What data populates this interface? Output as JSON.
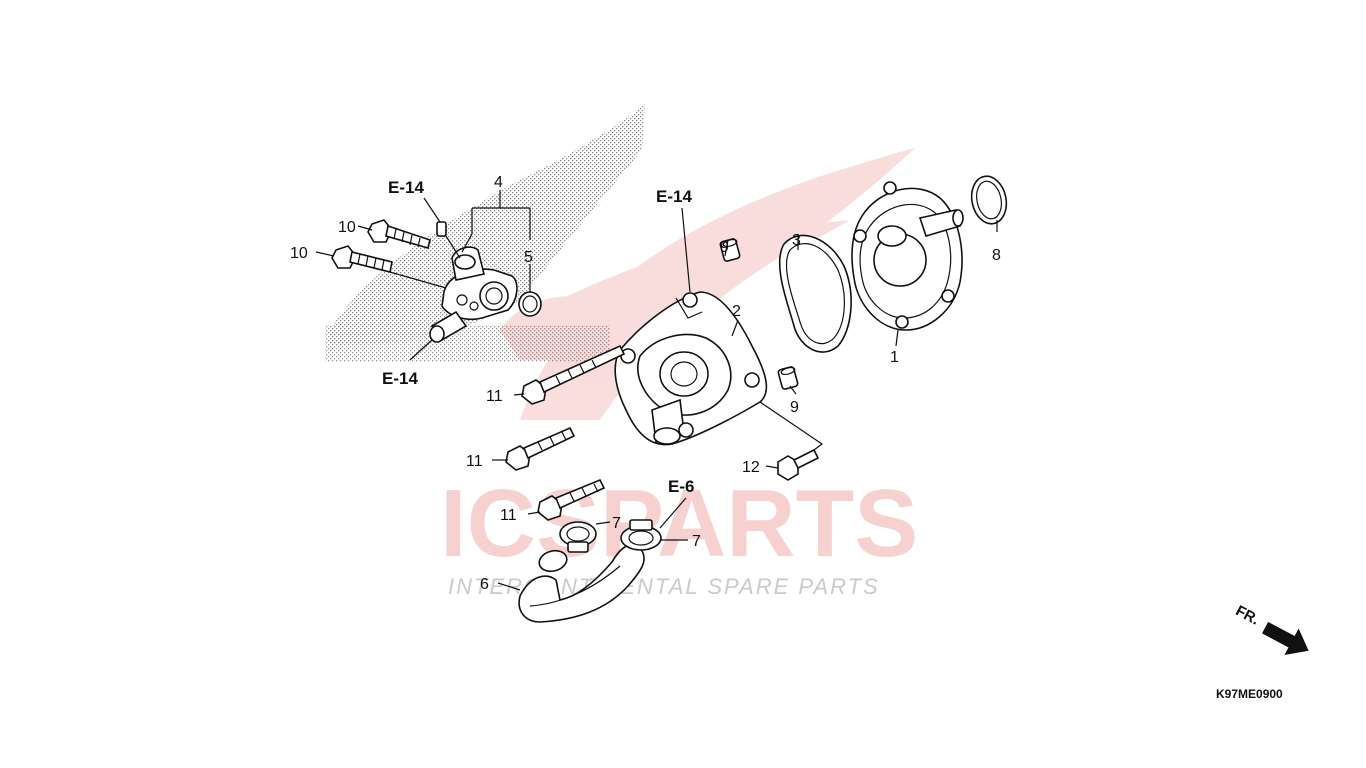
{
  "watermark": {
    "brand": "ICSPARTS",
    "tagline": "INTERCONTINENTAL SPARE PARTS",
    "brand_color": "#d9342b",
    "gray_color": "#bdbdbd"
  },
  "diagram_code": "K97ME0900",
  "front_indicator": "FR.",
  "references": {
    "e14_top_left": "E-14",
    "e14_bottom_left": "E-14",
    "e14_center": "E-14",
    "e6": "E-6"
  },
  "callouts": {
    "c1": "1",
    "c2": "2",
    "c3": "3",
    "c4": "4",
    "c5": "5",
    "c6": "6",
    "c7a": "7",
    "c7b": "7",
    "c8": "8",
    "c9a": "9",
    "c9b": "9",
    "c10a": "10",
    "c10b": "10",
    "c11a": "11",
    "c11b": "11",
    "c11c": "11",
    "c12": "12"
  }
}
